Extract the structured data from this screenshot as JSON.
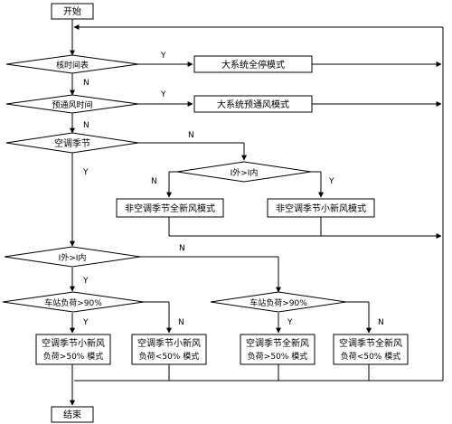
{
  "nodes": {
    "start": "开始",
    "check_schedule": "核时间表",
    "full_stop": "大系统全停模式",
    "check_prevent": "预通风时间",
    "prevent_mode": "大系统预通风模式",
    "ac_season": "空调季节",
    "cmp_upper": "I外>I内",
    "non_ac_full": "非空调季节全新风模式",
    "non_ac_min": "非空调季节小新风模式",
    "cmp_lower": "I外>I内",
    "load_left": "车站负荷>90%",
    "load_right": "车站负荷>90%",
    "box1_l1": "空调季节小新风",
    "box1_l2": "负荷>50% 模式",
    "box2_l1": "空调季节小新风",
    "box2_l2": "负荷<50% 模式",
    "box3_l1": "空调季节全新风",
    "box3_l2": "负荷>50% 模式",
    "box4_l1": "空调季节全新风",
    "box4_l2": "负荷<50% 模式",
    "end": "结束"
  },
  "labels": {
    "y": "Y",
    "n": "N"
  }
}
